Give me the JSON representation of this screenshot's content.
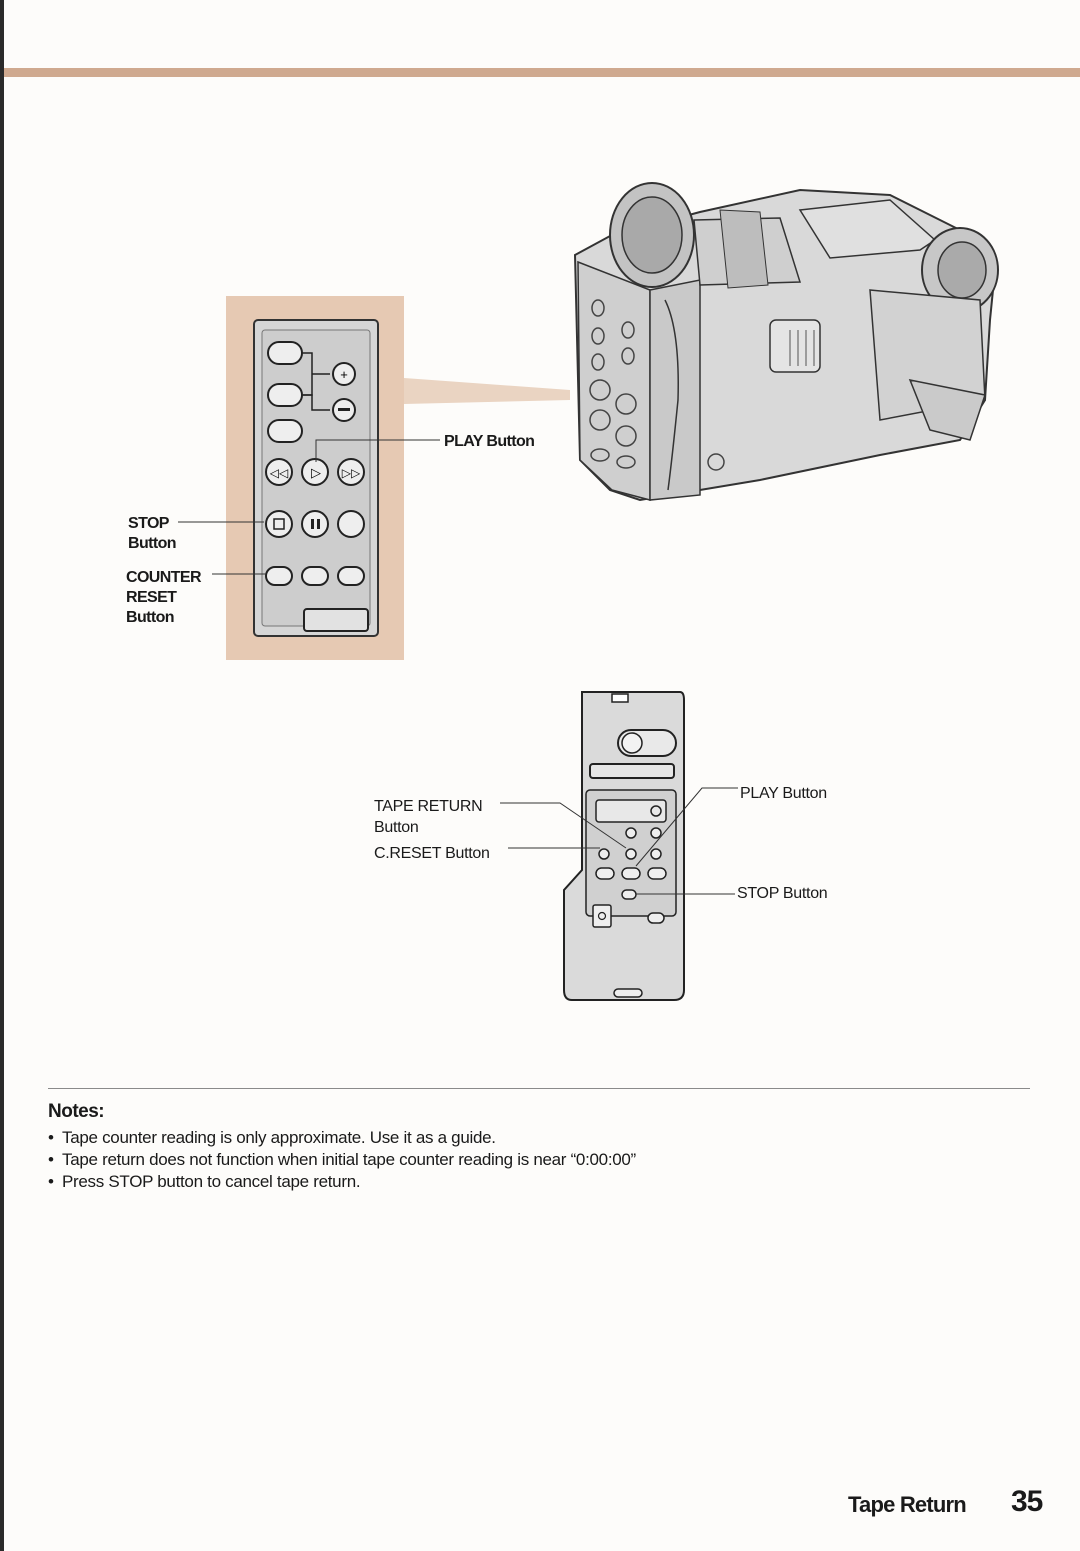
{
  "page": {
    "title": "Tape Return",
    "number": "35"
  },
  "camcorder_panel": {
    "play_label": "PLAY Button",
    "stop_label_1": "STOP",
    "stop_label_2": "Button",
    "counter_label_1": "COUNTER",
    "counter_label_2": "RESET",
    "counter_label_3": "Button"
  },
  "remote": {
    "tape_return_label_1": "TAPE RETURN",
    "tape_return_label_2": "Button",
    "creset_label": "C.RESET Button",
    "play_label": "PLAY Button",
    "stop_label": "STOP Button"
  },
  "notes": {
    "heading": "Notes:",
    "items": [
      "Tape counter reading is only approximate. Use it as a guide.",
      "Tape return does not function when initial tape counter reading is near “0:00:00”",
      "Press STOP button to cancel tape return."
    ]
  },
  "colors": {
    "accent_rule": "#cfa98f",
    "panel_highlight": "#e6c9b3"
  }
}
